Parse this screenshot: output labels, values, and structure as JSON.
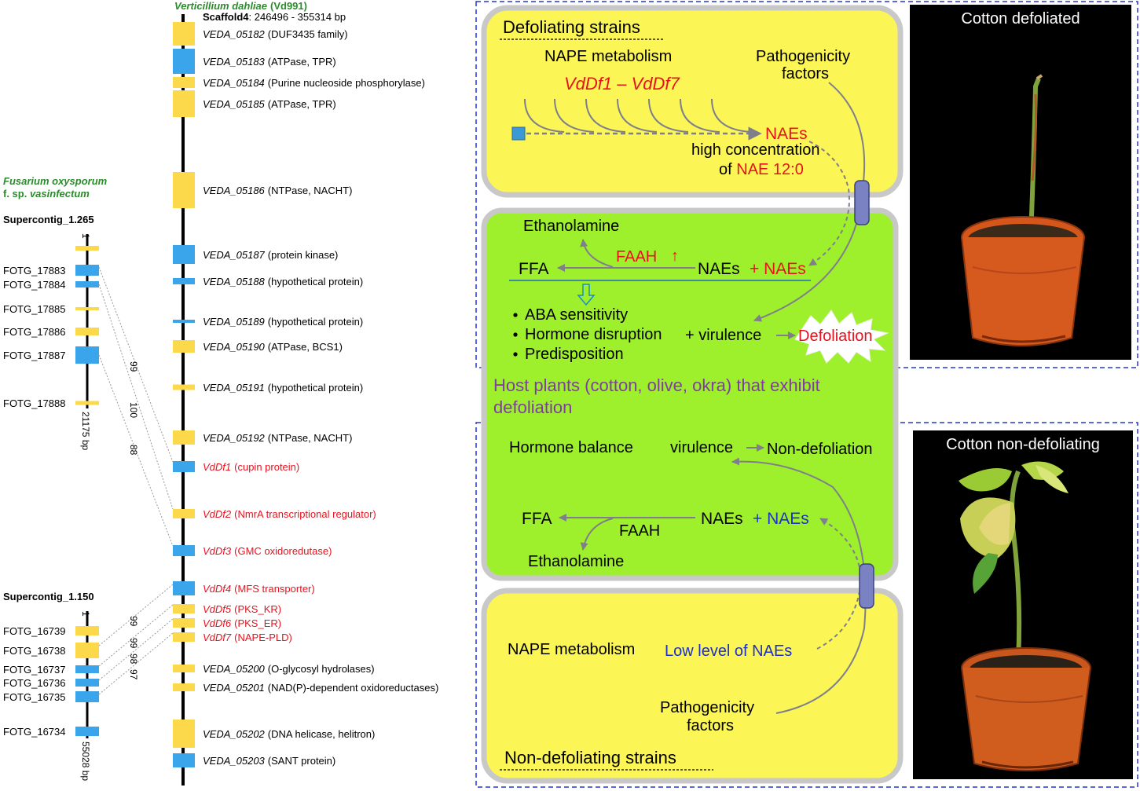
{
  "vd": {
    "species": "Verticillium dahliae",
    "strain": "(Vd991)",
    "scaffold_name": "Scaffold4",
    "scaffold_range": ": 246496 - 355314 bp",
    "genes": [
      {
        "id": "VEDA_05182",
        "desc": "(DUF3435 family)",
        "color": "yellow",
        "red": false
      },
      {
        "id": "VEDA_05183",
        "desc": "(ATPase, TPR)",
        "color": "blue",
        "red": false
      },
      {
        "id": "VEDA_05184",
        "desc": "(Purine nucleoside phosphorylase)",
        "color": "yellow",
        "red": false
      },
      {
        "id": "VEDA_05185",
        "desc": "(ATPase, TPR)",
        "color": "yellow",
        "red": false
      },
      {
        "id": "VEDA_05186",
        "desc": "(NTPase, NACHT)",
        "color": "yellow",
        "red": false
      },
      {
        "id": "VEDA_05187",
        "desc": "(protein kinase)",
        "color": "blue",
        "red": false
      },
      {
        "id": "VEDA_05188",
        "desc": "(hypothetical protein)",
        "color": "blue",
        "red": false
      },
      {
        "id": "VEDA_05189",
        "desc": "(hypothetical protein)",
        "color": "blue",
        "red": false
      },
      {
        "id": "VEDA_05190",
        "desc": "(ATPase, BCS1)",
        "color": "yellow",
        "red": false
      },
      {
        "id": "VEDA_05191",
        "desc": "(hypothetical protein)",
        "color": "yellow",
        "red": false
      },
      {
        "id": "VEDA_05192",
        "desc": "(NTPase, NACHT)",
        "color": "yellow",
        "red": false
      },
      {
        "id": "VdDf1",
        "desc": "(cupin protein)",
        "color": "blue",
        "red": true
      },
      {
        "id": "VdDf2",
        "desc": "(NmrA transcriptional regulator)",
        "color": "yellow",
        "red": true
      },
      {
        "id": "VdDf3",
        "desc": "(GMC oxidoredutase)",
        "color": "blue",
        "red": true
      },
      {
        "id": "VdDf4",
        "desc": "(MFS transporter)",
        "color": "blue",
        "red": true
      },
      {
        "id": "VdDf5",
        "desc": "(PKS_KR)",
        "color": "yellow",
        "red": true
      },
      {
        "id": "VdDf6",
        "desc": "(PKS_ER)",
        "color": "yellow",
        "red": true
      },
      {
        "id": "VdDf7",
        "desc": "(NAPE-PLD)",
        "color": "yellow",
        "red": true
      },
      {
        "id": "VEDA_05200",
        "desc": "(O-glycosyl hydrolases)",
        "color": "yellow",
        "red": false
      },
      {
        "id": "VEDA_05201",
        "desc": "(NAD(P)-dependent oxidoreductases)",
        "color": "yellow",
        "red": false
      },
      {
        "id": "VEDA_05202",
        "desc": "(DNA helicase, helitron)",
        "color": "yellow",
        "red": false
      },
      {
        "id": "VEDA_05203",
        "desc": "(SANT protein)",
        "color": "blue",
        "red": false
      }
    ]
  },
  "fo": {
    "species_line1": "Fusarium oxysporum",
    "species_line2_prefix": "f. sp. ",
    "species_line2_italic": "vasinfectum",
    "contig1": {
      "name": "Supercontig_1.265",
      "start": "1",
      "end": "21175 bp",
      "genes": [
        {
          "id": "",
          "color": "yellow"
        },
        {
          "id": "FOTG_17883",
          "color": "blue"
        },
        {
          "id": "FOTG_17884",
          "color": "blue"
        },
        {
          "id": "FOTG_17885",
          "color": "yellow"
        },
        {
          "id": "FOTG_17886",
          "color": "yellow"
        },
        {
          "id": "FOTG_17887",
          "color": "blue"
        },
        {
          "id": "FOTG_17888",
          "color": "yellow"
        }
      ]
    },
    "contig2": {
      "name": "Supercontig_1.150",
      "start": "1",
      "end": "55028 bp",
      "genes": [
        {
          "id": "FOTG_16739",
          "color": "yellow"
        },
        {
          "id": "FOTG_16738",
          "color": "yellow"
        },
        {
          "id": "FOTG_16737",
          "color": "blue"
        },
        {
          "id": "FOTG_16736",
          "color": "blue"
        },
        {
          "id": "FOTG_16735",
          "color": "blue"
        },
        {
          "id": "FOTG_16734",
          "color": "blue"
        }
      ]
    },
    "identities": [
      "99",
      "100",
      "88",
      "99",
      "99",
      "98",
      "97"
    ]
  },
  "scheme": {
    "defoliating_title": "Defoliating strains",
    "nape_metabolism": "NAPE metabolism",
    "vddf_range": "VdDf1 – VdDf7",
    "pathogenicity_line1": "Pathogenicity",
    "pathogenicity_line2": "factors",
    "naes_top": "NAEs",
    "high_conc_line1": "high concentration",
    "high_conc_line2_prefix": "of ",
    "high_conc_line2_red": "NAE 12:0",
    "ethanolamine_top": "Ethanolamine",
    "ffa_top": "FFA",
    "faah_top": "FAAH",
    "up_arrow": "↑",
    "naes_mid": "NAEs",
    "plus_naes_red": "+ NAEs",
    "bullets": [
      "ABA sensitivity",
      "Hormone disruption",
      "Predisposition"
    ],
    "plus_virulence": "+ virulence",
    "defoliation": "Defoliation",
    "host_line1": "Host plants (cotton, olive, okra) that exhibit",
    "host_line2": "defoliation",
    "hormone_balance": "Hormone balance",
    "virulence": "virulence",
    "non_defoliation": "Non-defoliation",
    "ffa_bottom": "FFA",
    "faah_bottom": "FAAH",
    "naes_bottom": "NAEs",
    "plus_naes_blue": "+ NAEs",
    "ethanolamine_bottom": "Ethanolamine",
    "nape_metabolism_bottom": "NAPE metabolism",
    "low_level": "Low level  of NAEs",
    "pathogenicity_bottom_line1": "Pathogenicity",
    "pathogenicity_bottom_line2": "factors",
    "non_defoliating_title": "Non-defoliating strains"
  },
  "photos": {
    "top_title": "Cotton defoliated",
    "bottom_title": "Cotton non-defoliating"
  },
  "colors": {
    "gene_yellow": "#fcd94a",
    "gene_blue": "#3ba5ec",
    "panel_yellow": "#fbf555",
    "panel_green": "#9ef02c",
    "panel_border": "#c8c8c8",
    "red_text": "#e8121e",
    "blue_text": "#1e2fcc",
    "purple_text": "#7e3da2",
    "green_text": "#2a8c2a",
    "dashed_frame": "#2636d6"
  }
}
